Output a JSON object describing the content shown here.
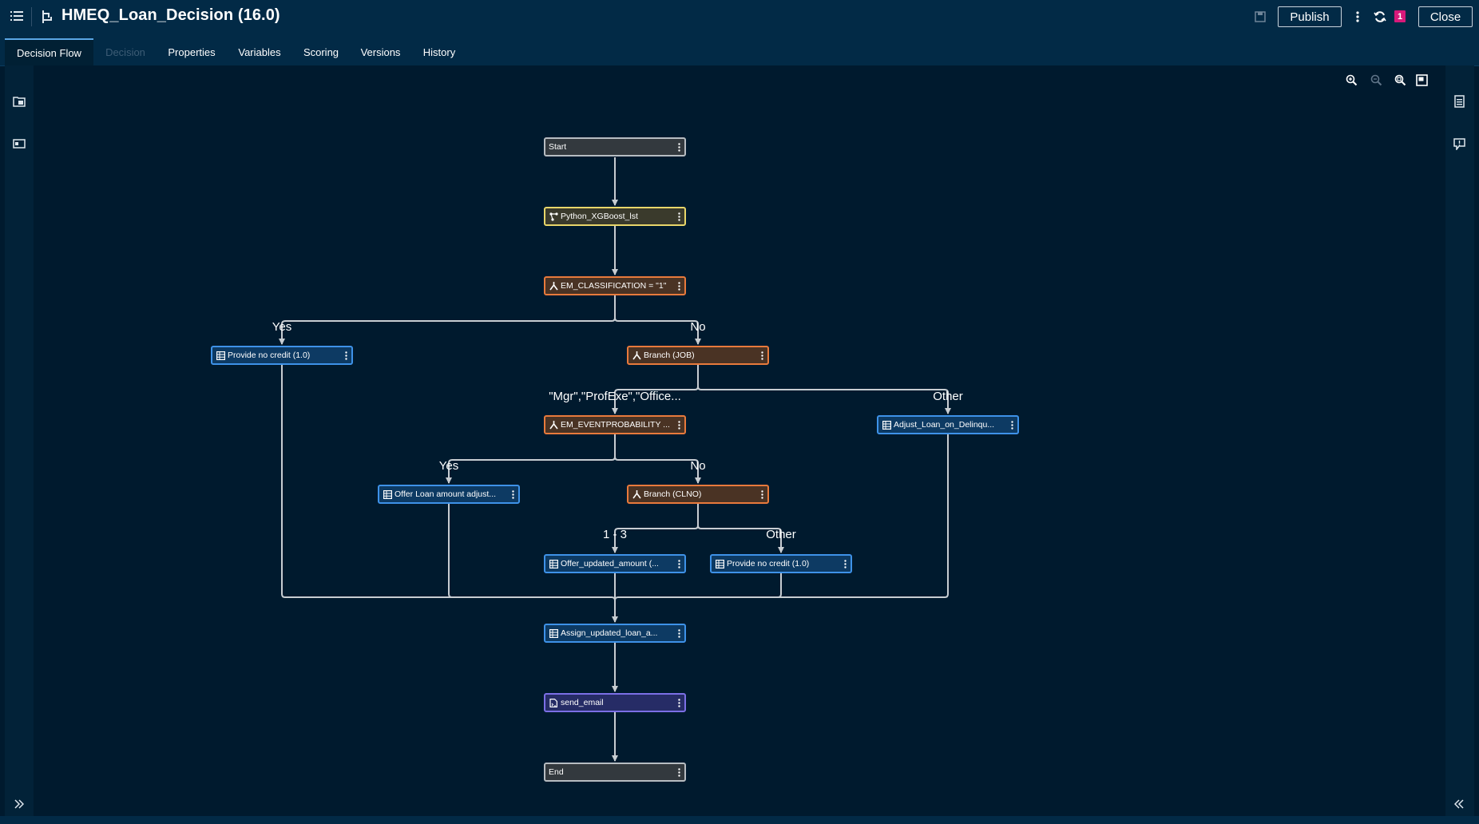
{
  "header": {
    "title": "HMEQ_Loan_Decision (16.0)",
    "publish_label": "Publish",
    "close_label": "Close",
    "notification_count": "1"
  },
  "tabs": [
    {
      "label": "Decision Flow",
      "state": "active"
    },
    {
      "label": "Decision",
      "state": "disabled"
    },
    {
      "label": "Properties"
    },
    {
      "label": "Variables"
    },
    {
      "label": "Scoring"
    },
    {
      "label": "Versions"
    },
    {
      "label": "History"
    }
  ],
  "flow": {
    "nodes": {
      "start": {
        "label": "Start",
        "type": "terminal"
      },
      "python": {
        "label": "Python_XGBoost_lst",
        "type": "model"
      },
      "em_class": {
        "label": "EM_CLASSIFICATION = \"1\"",
        "type": "branch"
      },
      "no_credit_1": {
        "label": "Provide no credit (1.0)",
        "type": "ruleset"
      },
      "branch_job": {
        "label": "Branch (JOB)",
        "type": "branch"
      },
      "em_event": {
        "label": "EM_EVENTPROBABILITY ...",
        "type": "branch"
      },
      "adjust_loan": {
        "label": "Adjust_Loan_on_Delinqu...",
        "type": "ruleset"
      },
      "offer_loan": {
        "label": "Offer Loan amount adjust...",
        "type": "ruleset"
      },
      "branch_clno": {
        "label": "Branch (CLNO)",
        "type": "branch"
      },
      "offer_updated": {
        "label": "Offer_updated_amount (...",
        "type": "ruleset"
      },
      "no_credit_2": {
        "label": "Provide no credit (1.0)",
        "type": "ruleset"
      },
      "assign_updated": {
        "label": "Assign_updated_loan_a...",
        "type": "ruleset"
      },
      "send_email": {
        "label": "send_email",
        "type": "code"
      },
      "end": {
        "label": "End",
        "type": "terminal"
      }
    },
    "edge_labels": {
      "yes1": "Yes",
      "no1": "No",
      "job_group": "\"Mgr\",\"ProfExe\",\"Office...",
      "other1": "Other",
      "yes2": "Yes",
      "no2": "No",
      "range": "1 - 3",
      "other2": "Other"
    }
  },
  "colors": {
    "background": "#001a2e",
    "header": "#022a46",
    "terminal": "#b7bcc1",
    "model": "#e8d66a",
    "branch": "#e87a3c",
    "ruleset": "#3e92e8",
    "code": "#7b6fe6",
    "badge": "#d8197a"
  },
  "icons": {
    "menu": "hamburger-icon",
    "flow": "decision-flow-icon",
    "save": "save-icon",
    "more": "more-vertical-icon",
    "sync": "sync-icon",
    "zoom_in": "zoom-in-icon",
    "zoom_out": "zoom-out-icon",
    "zoom_fit": "zoom-fit-icon",
    "overview": "overview-icon"
  }
}
